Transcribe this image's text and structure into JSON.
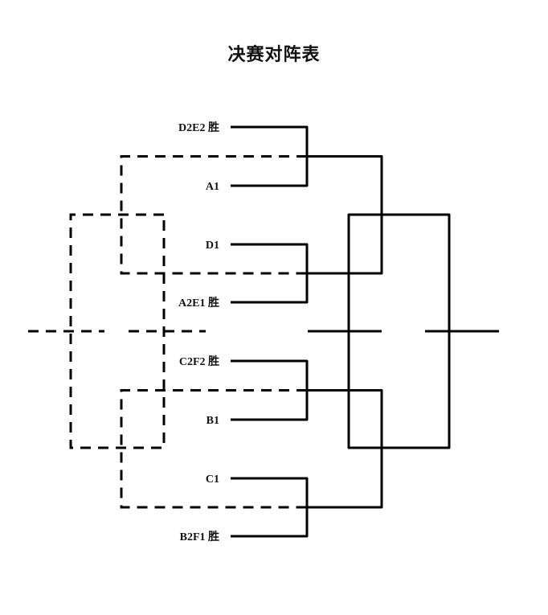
{
  "title": "决赛对阵表",
  "colors": {
    "line": "#000000",
    "text": "#111111",
    "background": "#ffffff"
  },
  "line_styles": {
    "right_bracket": "solid",
    "left_bracket": "dashed"
  },
  "teams": [
    {
      "id": "t1",
      "label": "D2E2 胜"
    },
    {
      "id": "t2",
      "label": "A1"
    },
    {
      "id": "t3",
      "label": "D1"
    },
    {
      "id": "t4",
      "label": "A2E1 胜"
    },
    {
      "id": "t5",
      "label": "C2F2 胜"
    },
    {
      "id": "t6",
      "label": "B1"
    },
    {
      "id": "t7",
      "label": "C1"
    },
    {
      "id": "t8",
      "label": "B2F1 胜"
    }
  ],
  "rounds": {
    "quarterfinals": [
      [
        "t1",
        "t2"
      ],
      [
        "t3",
        "t4"
      ],
      [
        "t5",
        "t6"
      ],
      [
        "t7",
        "t8"
      ]
    ],
    "semifinals": [
      [
        "qf1",
        "qf2"
      ],
      [
        "qf3",
        "qf4"
      ]
    ],
    "final": [
      "sf1",
      "sf2"
    ]
  }
}
